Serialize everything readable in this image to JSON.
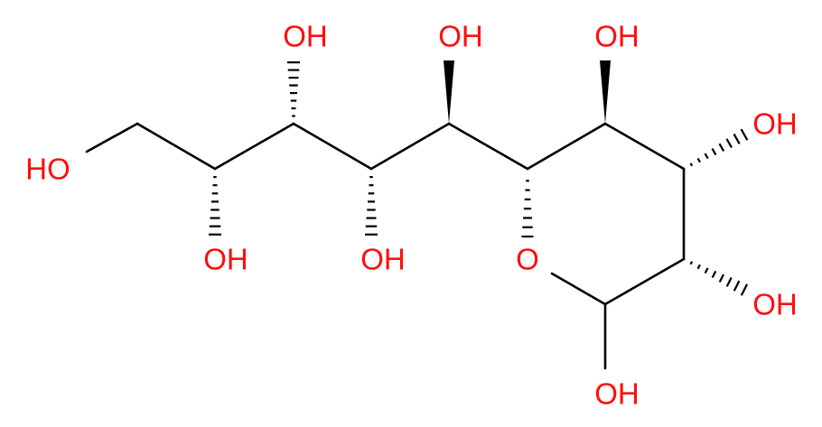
{
  "molecule": {
    "colors": {
      "bond": "#000000",
      "oxygen": "#ff0d0d"
    },
    "labels": {
      "oh_terminal": "HO",
      "oh_c6": "OH",
      "oh_c5": "OH",
      "oh_c4": "OH",
      "oh_c3": "OH",
      "oh_ring_top": "OH",
      "oh_ring_right_upper": "OH",
      "oh_ring_right_lower": "OH",
      "oh_anomeric": "OH",
      "ring_oxygen": "O"
    }
  }
}
